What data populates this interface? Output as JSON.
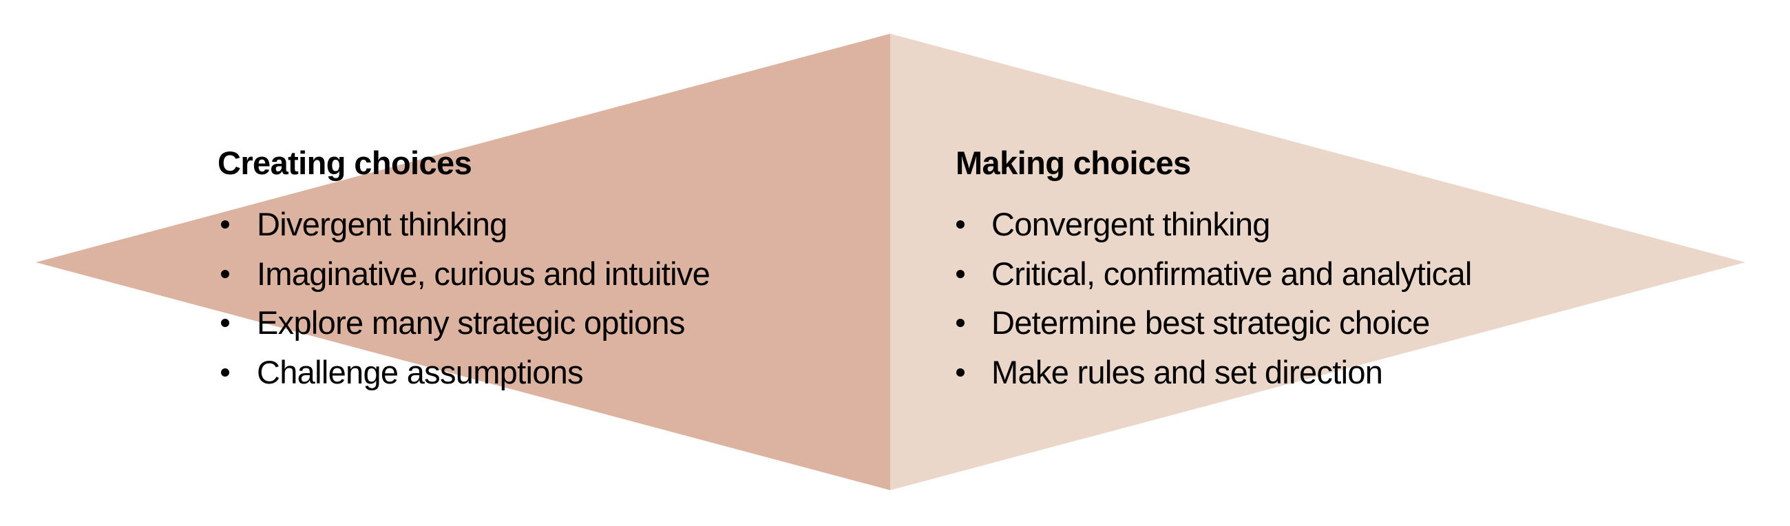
{
  "diagram": {
    "colors": {
      "left_fill": "#dcb3a0",
      "right_fill": "#ebd7ca",
      "background": "#ffffff",
      "text": "#000000"
    },
    "left": {
      "heading": "Creating choices",
      "items": [
        {
          "label": "Divergent thinking"
        },
        {
          "label": "Imaginative, curious and intuitive"
        },
        {
          "label": "Explore many strategic options"
        },
        {
          "label": "Challenge assumptions"
        }
      ]
    },
    "right": {
      "heading": "Making choices",
      "items": [
        {
          "label": "Convergent thinking"
        },
        {
          "label": "Critical, confirmative and analytical"
        },
        {
          "label": "Determine best strategic choice"
        },
        {
          "label": "Make rules and set direction"
        }
      ]
    }
  }
}
